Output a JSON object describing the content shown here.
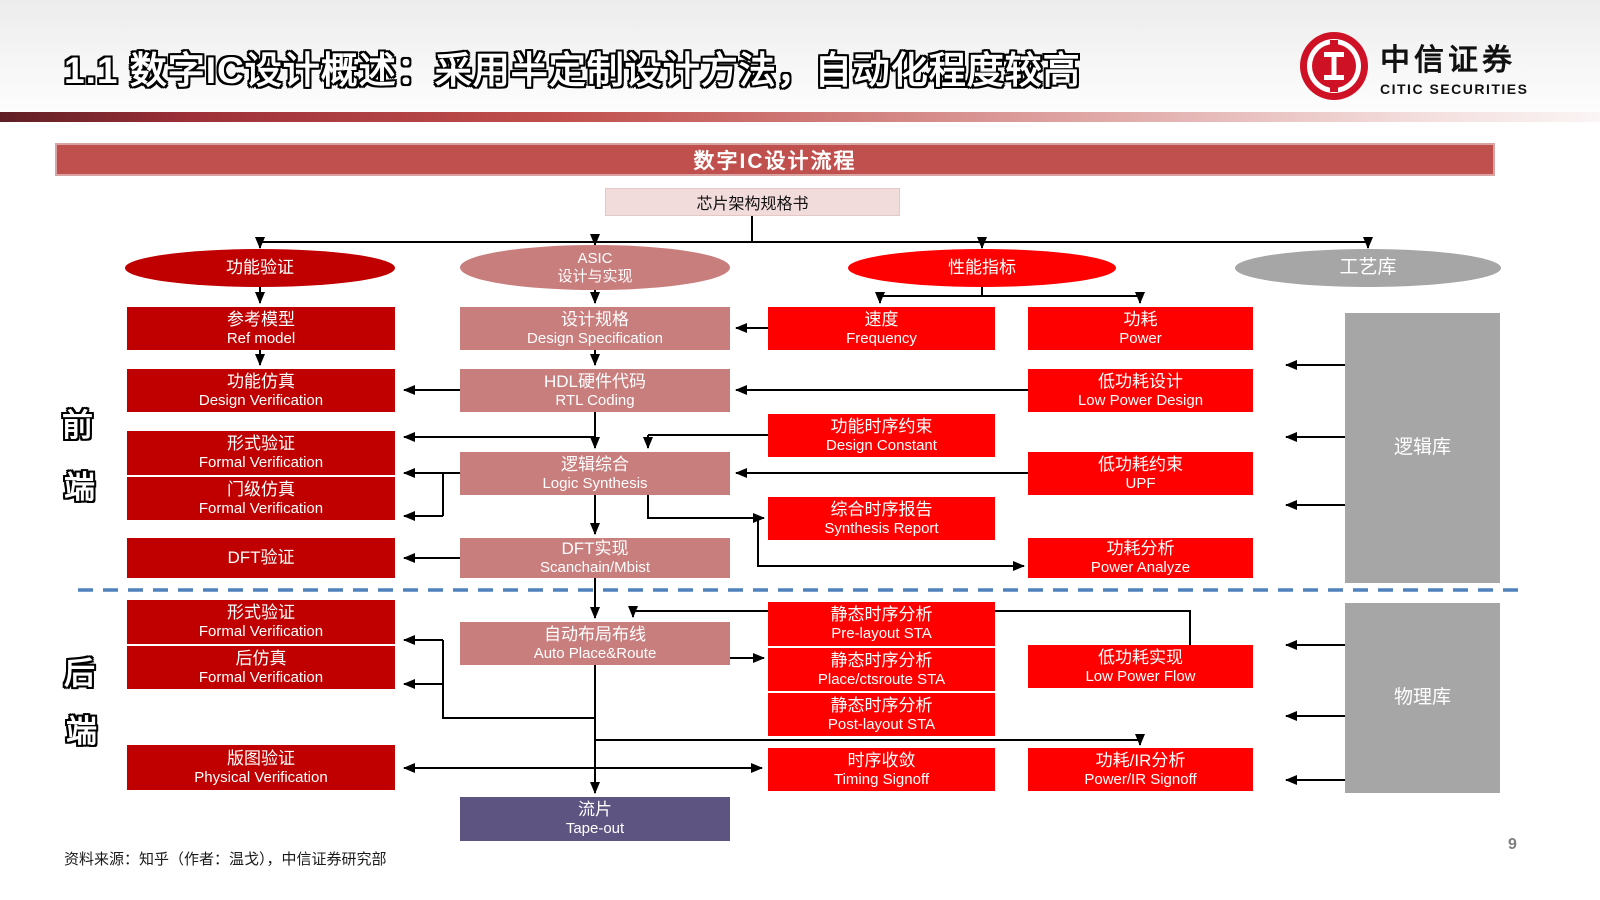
{
  "colors": {
    "dark_red": "#C00000",
    "bright_red": "#FE0000",
    "rose": "#C97E7E",
    "light_pink": "#F2DCDB",
    "gray": "#A6A6A6",
    "purple": "#5E5482",
    "banner_red": "#C0504D",
    "divider_blue": "#4F81BD"
  },
  "header": {
    "title": "1.1 数字IC设计概述：采用半定制设计方法，自动化程度较高",
    "page_number": "9"
  },
  "logo": {
    "icon": "citic-circle-logo",
    "cn": "中信证券",
    "en": "CITIC SECURITIES"
  },
  "banner": {
    "label": "数字IC设计流程"
  },
  "spec_box": {
    "label": "芯片架构规格书"
  },
  "side_labels": {
    "front_1": "前",
    "front_2": "端",
    "back_1": "后",
    "back_2": "端"
  },
  "ellipses": {
    "func_verify": {
      "label": "功能验证"
    },
    "asic": {
      "line1": "ASIC",
      "line2": "设计与实现"
    },
    "perf": {
      "label": "性能指标"
    },
    "process_lib": {
      "label": "工艺库"
    }
  },
  "nodes": {
    "ref_model": {
      "cn": "参考模型",
      "en": "Ref model"
    },
    "design_verification": {
      "cn": "功能仿真",
      "en": "Design Verification"
    },
    "formal_verification_fe": {
      "cn": "形式验证",
      "en": "Formal Verification"
    },
    "gate_sim": {
      "cn": "门级仿真",
      "en": "Formal Verification"
    },
    "dft_verify": {
      "cn": "DFT验证",
      "en": ""
    },
    "formal_verification_be": {
      "cn": "形式验证",
      "en": "Formal Verification"
    },
    "post_sim": {
      "cn": "后仿真",
      "en": "Formal Verification"
    },
    "physical_verification": {
      "cn": "版图验证",
      "en": "Physical Verification"
    },
    "design_spec": {
      "cn": "设计规格",
      "en": "Design Specification"
    },
    "rtl_coding": {
      "cn": "HDL硬件代码",
      "en": "RTL Coding"
    },
    "logic_synthesis": {
      "cn": "逻辑综合",
      "en": "Logic Synthesis"
    },
    "dft_impl": {
      "cn": "DFT实现",
      "en": "Scanchain/Mbist"
    },
    "apr": {
      "cn": "自动布局布线",
      "en": "Auto Place&Route"
    },
    "tapeout": {
      "cn": "流片",
      "en": "Tape-out"
    },
    "frequency": {
      "cn": "速度",
      "en": "Frequency"
    },
    "design_constant": {
      "cn": "功能时序约束",
      "en": "Design Constant"
    },
    "synthesis_report": {
      "cn": "综合时序报告",
      "en": "Synthesis Report"
    },
    "pre_sta": {
      "cn": "静态时序分析",
      "en": "Pre-layout STA"
    },
    "place_sta": {
      "cn": "静态时序分析",
      "en": "Place/ctsroute STA"
    },
    "post_sta": {
      "cn": "静态时序分析",
      "en": "Post-layout STA"
    },
    "timing_signoff": {
      "cn": "时序收敛",
      "en": "Timing Signoff"
    },
    "power": {
      "cn": "功耗",
      "en": "Power"
    },
    "low_power_design": {
      "cn": "低功耗设计",
      "en": "Low Power Design"
    },
    "upf": {
      "cn": "低功耗约束",
      "en": "UPF"
    },
    "power_analyze": {
      "cn": "功耗分析",
      "en": "Power Analyze"
    },
    "low_power_flow": {
      "cn": "低功耗实现",
      "en": "Low Power Flow"
    },
    "power_ir": {
      "cn": "功耗/IR分析",
      "en": "Power/IR Signoff"
    },
    "logic_lib": {
      "cn": "逻辑库",
      "en": ""
    },
    "physical_lib": {
      "cn": "物理库",
      "en": ""
    }
  },
  "footer": {
    "source": "资料来源：知乎（作者：温戈），中信证券研究部"
  }
}
